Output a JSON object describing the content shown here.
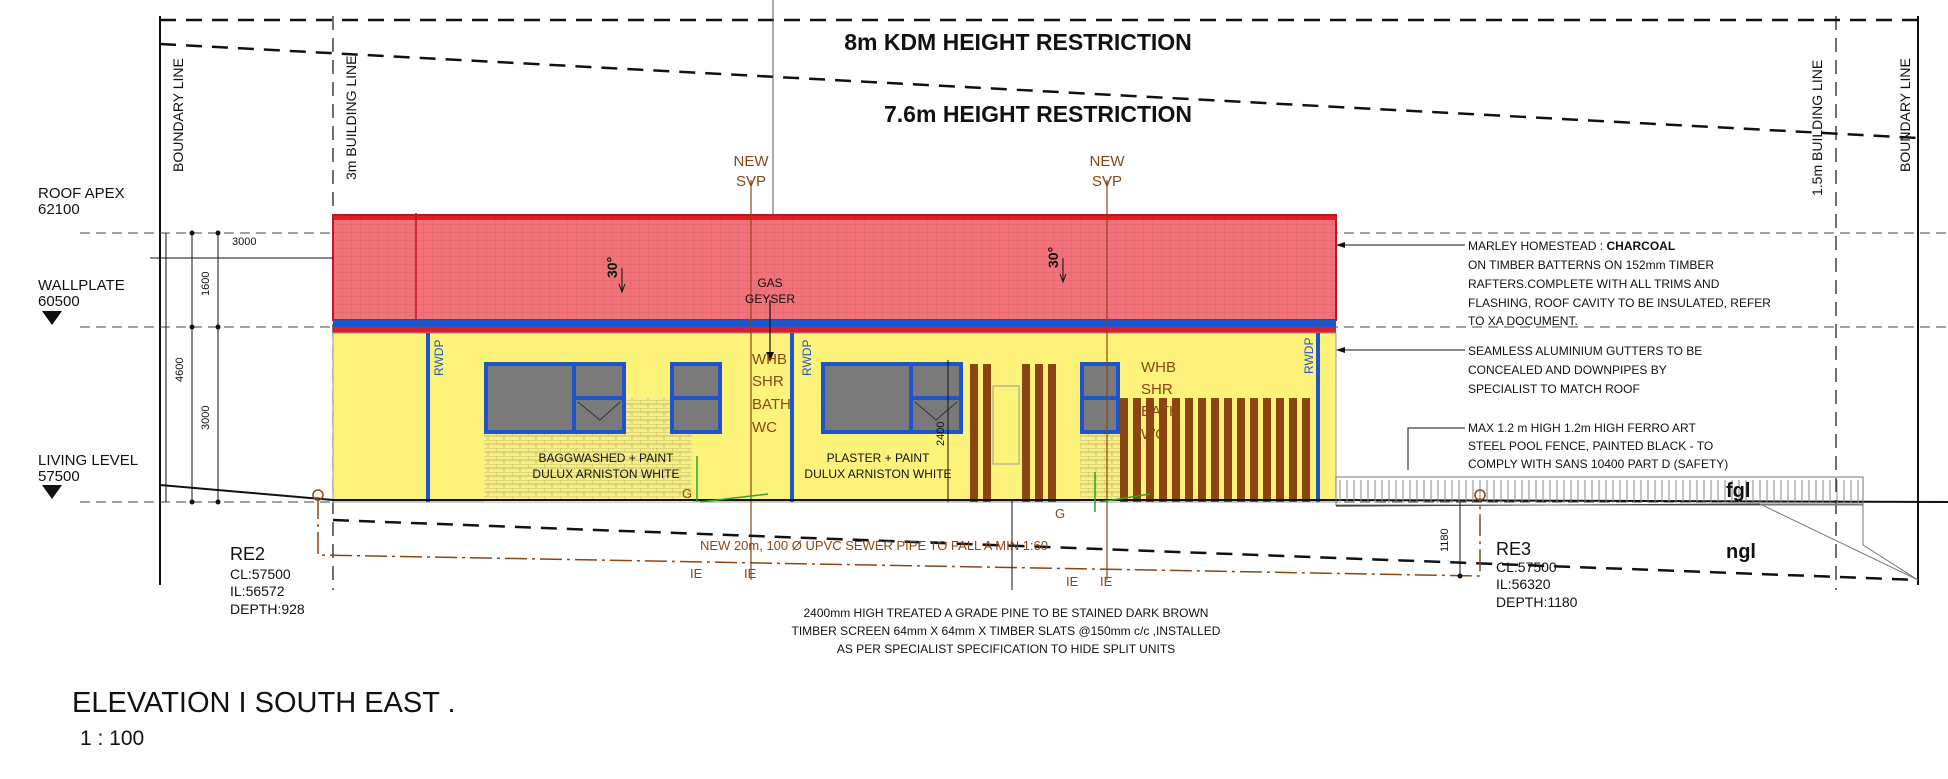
{
  "headings": {
    "kdm_restriction": "8m KDM HEIGHT RESTRICTION",
    "height_restriction": "7.6m HEIGHT RESTRICTION"
  },
  "lines": {
    "boundary_left": "BOUNDARY LINE",
    "building_left": "3m BUILDING LINE",
    "building_right": "1.5m BUILDING LINE",
    "boundary_right": "BOUNDARY LINE"
  },
  "levels": {
    "roof_apex": {
      "label": "ROOF APEX",
      "value": "62100"
    },
    "wallplate": {
      "label": "WALLPLATE",
      "value": "60500"
    },
    "living": {
      "label": "LIVING LEVEL",
      "value": "57500"
    }
  },
  "dimensions": {
    "d3000_top": "3000",
    "d1600": "1600",
    "d4600": "4600",
    "d3000_side": "3000",
    "d2400": "2400",
    "d1180": "1180"
  },
  "svp_left": {
    "line1": "NEW",
    "line2": "SVP"
  },
  "svp_right": {
    "line1": "NEW",
    "line2": "SVP"
  },
  "pitch_left": "30°",
  "pitch_right": "30°",
  "gas_geyser": {
    "line1": "GAS",
    "line2": "GEYSER"
  },
  "rwdp": [
    "RWDP",
    "RWDP",
    "RWDP"
  ],
  "fixtures_left": [
    "WHB",
    "SHR",
    "BATH",
    "WC"
  ],
  "fixtures_right": [
    "WHB",
    "SHR",
    "BATH",
    "WC"
  ],
  "finish_left": {
    "line1": "BAGGWASHED + PAINT",
    "line2": "DULUX ARNISTON WHITE"
  },
  "finish_mid": {
    "line1": "PLASTER + PAINT",
    "line2": "DULUX ARNISTON WHITE"
  },
  "gully_labels": [
    "G",
    "G"
  ],
  "ie_labels": [
    "IE",
    "IE",
    "IE",
    "IE"
  ],
  "notes": {
    "roof": {
      "prefix": "MARLEY HOMESTEAD : ",
      "bold": "CHARCOAL",
      "lines": [
        "ON TIMBER BATTERNS ON 152mm TIMBER",
        "RAFTERS.COMPLETE WITH ALL TRIMS AND",
        "FLASHING, ROOF CAVITY TO BE INSULATED, REFER",
        "TO XA DOCUMENT."
      ]
    },
    "gutters": [
      "SEAMLESS ALUMINIUM GUTTERS TO BE",
      "CONCEALED AND DOWNPIPES BY",
      "SPECIALIST TO MATCH ROOF"
    ],
    "fence": [
      "MAX 1.2 m HIGH 1.2m HIGH FERRO ART",
      "STEEL POOL FENCE, PAINTED BLACK - TO",
      "COMPLY WITH SANS 10400 PART D (SAFETY)"
    ],
    "timber": [
      "2400mm HIGH TREATED A GRADE PINE TO BE STAINED DARK BROWN",
      "TIMBER SCREEN 64mm X 64mm X TIMBER SLATS @150mm c/c ,INSTALLED",
      "AS PER SPECIALIST SPECIFICATION TO HIDE SPLIT UNITS"
    ]
  },
  "sewer": "NEW 20m, 100 Ø UPVC SEWER PIPE TO FALL A MIN 1:60",
  "ground": {
    "fgl": "fgl",
    "ngl": "ngl"
  },
  "re2": {
    "name": "RE2",
    "cl": "CL:57500",
    "il": "IL:56572",
    "depth": "DEPTH:928"
  },
  "re3": {
    "name": "RE3",
    "cl": "CL:57500",
    "il": "IL:56320",
    "depth": "DEPTH:1180"
  },
  "title": "ELEVATION I SOUTH EAST .",
  "scale": "1 : 100",
  "colors": {
    "roof": "#f1727a",
    "wall": "#fdf27a",
    "blue": "#1e56c9",
    "timber": "#8B4513",
    "window": "#7a7a7a",
    "brick": "#f7ef8f",
    "gutter_red": "#e21d2a",
    "green": "#2ba52b"
  }
}
